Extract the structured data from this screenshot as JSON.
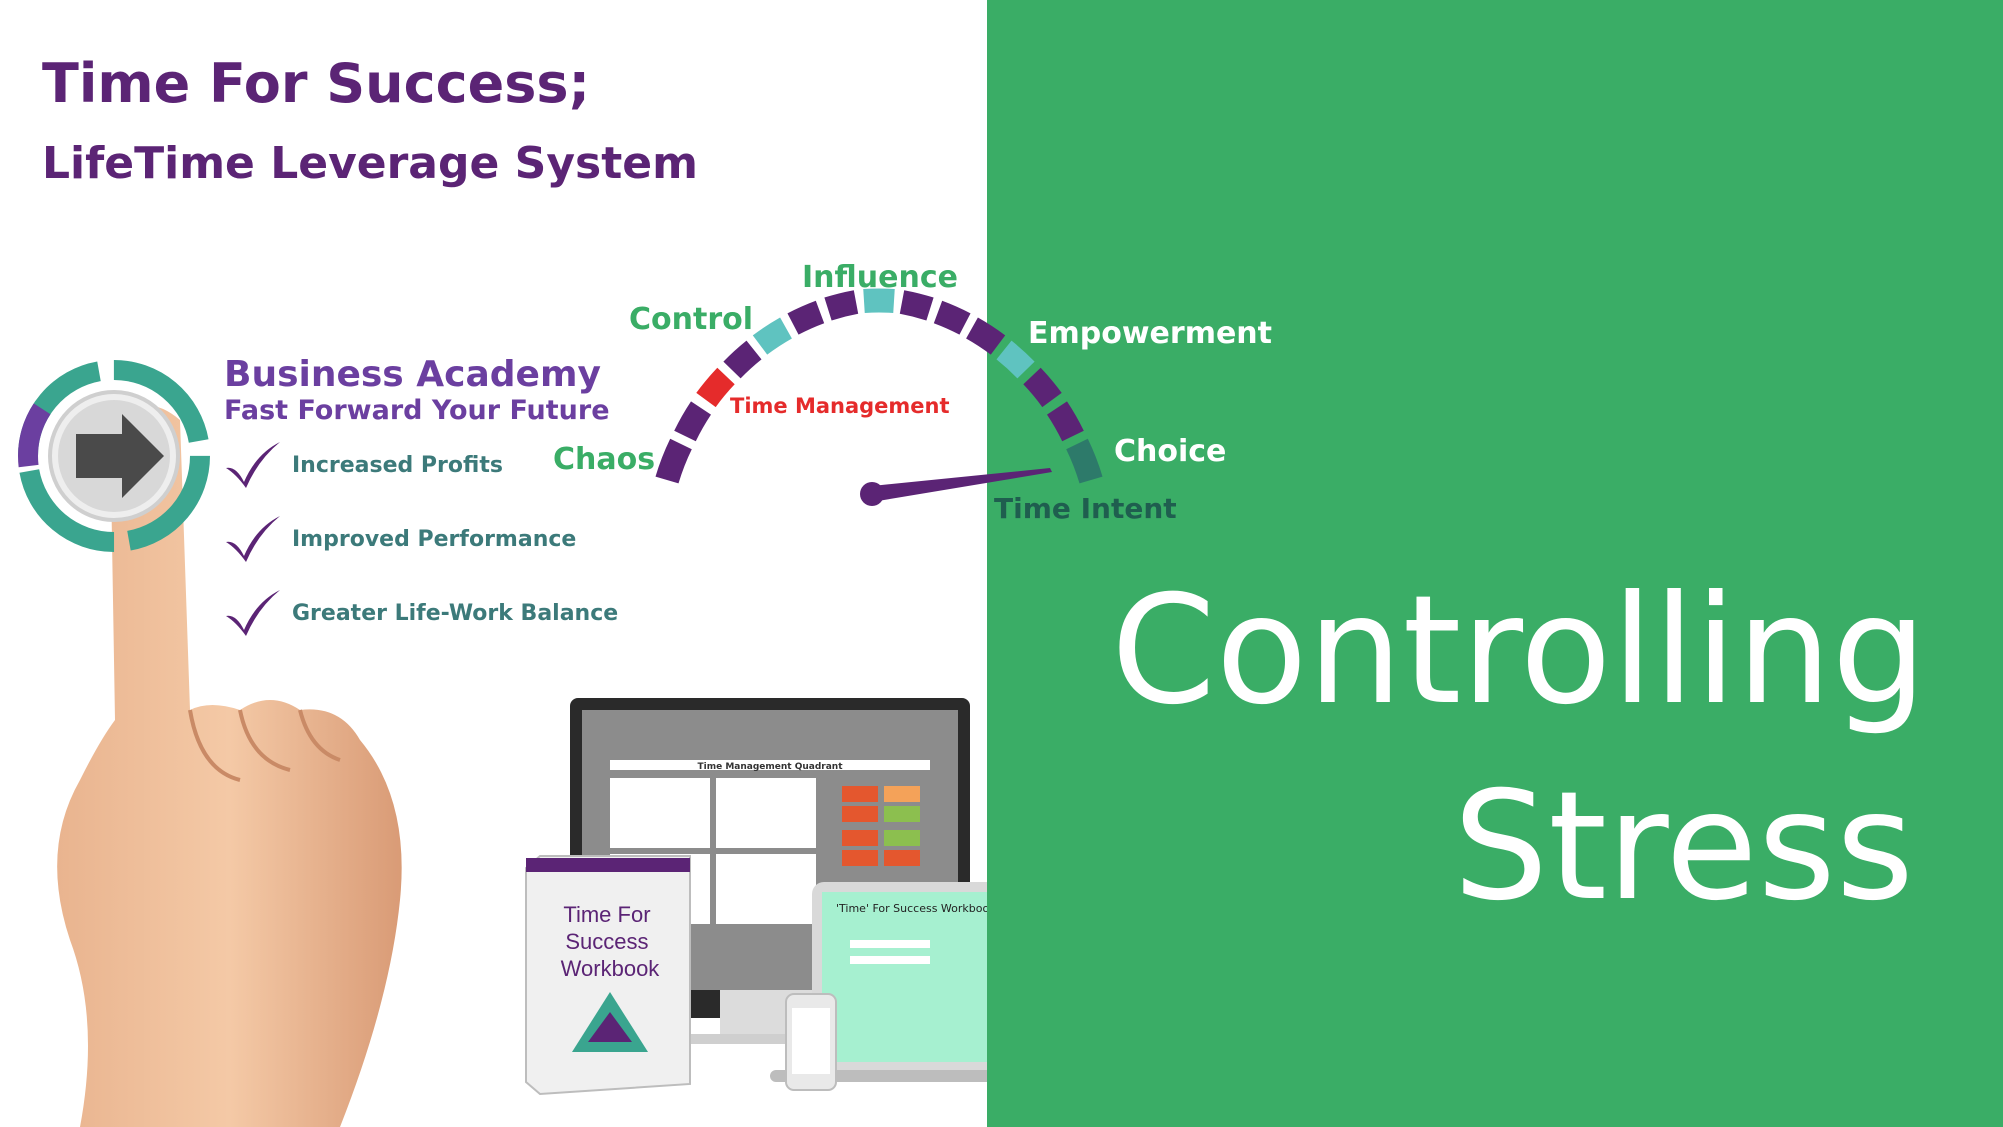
{
  "colors": {
    "brand_purple": "#5b2475",
    "academy_purple": "#6b3fa0",
    "green_panel": "#3aad66",
    "teal_text": "#3c7a7a",
    "gauge_red": "#e52b2b",
    "gauge_teal": "#5fc3c0",
    "white": "#ffffff"
  },
  "header": {
    "title": "Time For Success;",
    "subtitle": "LifeTime Leverage System"
  },
  "academy": {
    "title": "Business Academy",
    "tagline": "Fast Forward Your Future",
    "benefits": [
      {
        "label": "Increased Profits",
        "icon": "checkmark-icon"
      },
      {
        "label": "Improved Performance",
        "icon": "checkmark-icon"
      },
      {
        "label": "Greater Life-Work Balance",
        "icon": "checkmark-icon"
      }
    ]
  },
  "gauge": {
    "labels": {
      "chaos": "Chaos",
      "control": "Control",
      "influence": "Influence",
      "empowerment": "Empowerment",
      "choice": "Choice",
      "time_management": "Time Management",
      "time_intent": "Time Intent"
    }
  },
  "workbook": {
    "cover_title": "Time For Success Workbook",
    "sheet_heading": "Time Management Quadrant",
    "laptop_heading": "'Time' For Success Workbook"
  },
  "headline": {
    "line1": "Controlling",
    "line2": "Stress"
  }
}
